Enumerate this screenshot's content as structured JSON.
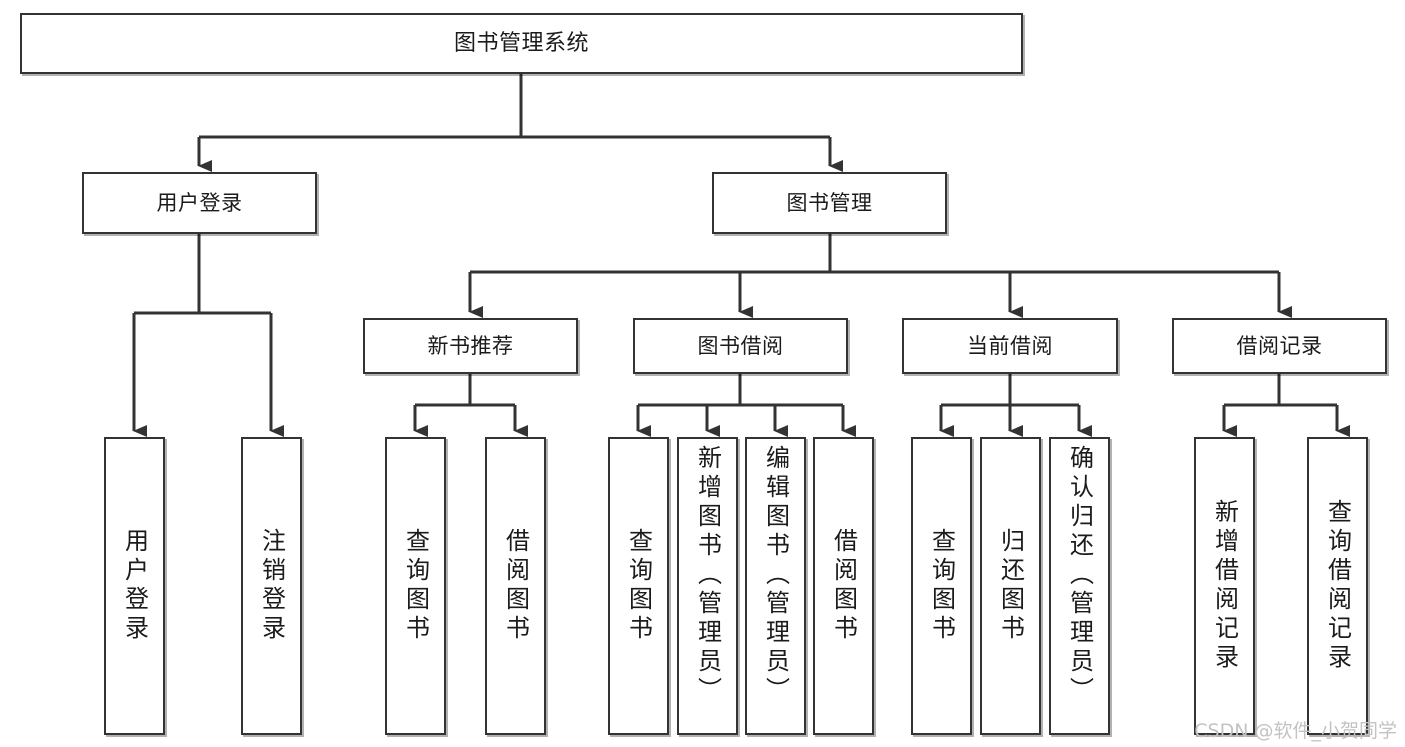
{
  "diagram": {
    "title": "图书管理系统",
    "type": "tree",
    "orientation": "top-down",
    "style": {
      "box_fill": "#ffffff",
      "box_stroke": "#333333",
      "text_color": "#1b1b1b",
      "edge_color": "#333333",
      "background": "#ffffff",
      "watermark_color": "#c3c3c3"
    }
  },
  "watermark": {
    "text": "CSDN @软件_小贺同学"
  },
  "nodes": {
    "root": {
      "label": "图书管理系统",
      "level": 1
    },
    "level2": [
      {
        "id": "user-login",
        "label": "用户登录",
        "level": 2
      },
      {
        "id": "book-manage",
        "label": "图书管理",
        "level": 2
      }
    ],
    "level3": [
      {
        "id": "new-book-recommend",
        "label": "新书推荐",
        "level": 3
      },
      {
        "id": "book-borrow",
        "label": "图书借阅",
        "level": 3
      },
      {
        "id": "current-borrow",
        "label": "当前借阅",
        "level": 3
      },
      {
        "id": "borrow-record",
        "label": "借阅记录",
        "level": 3
      }
    ],
    "leaves": [
      {
        "id": "leaf-user-login",
        "label": "用户登录",
        "parent": "user-login",
        "short": true
      },
      {
        "id": "leaf-user-logout",
        "label": "注销登录",
        "parent": "user-login",
        "short": true
      },
      {
        "id": "leaf-query-book-1",
        "label": "查询图书",
        "parent": "new-book-recommend",
        "short": true
      },
      {
        "id": "leaf-borrow-book-1",
        "label": "借阅图书",
        "parent": "new-book-recommend",
        "short": true
      },
      {
        "id": "leaf-query-book-2",
        "label": "查询图书",
        "parent": "book-borrow",
        "short": true
      },
      {
        "id": "leaf-add-book",
        "label": "新增图书（管理员）",
        "parent": "book-borrow",
        "short": false
      },
      {
        "id": "leaf-edit-book",
        "label": "编辑图书（管理员）",
        "parent": "book-borrow",
        "short": false
      },
      {
        "id": "leaf-borrow-book-2",
        "label": "借阅图书",
        "parent": "book-borrow",
        "short": true
      },
      {
        "id": "leaf-query-book-3",
        "label": "查询图书",
        "parent": "current-borrow",
        "short": true
      },
      {
        "id": "leaf-return-book",
        "label": "归还图书",
        "parent": "current-borrow",
        "short": true
      },
      {
        "id": "leaf-confirm-return",
        "label": "确认归还（管理员）",
        "parent": "current-borrow",
        "short": false
      },
      {
        "id": "leaf-add-record",
        "label": "新增借阅记录",
        "parent": "borrow-record",
        "short": true
      },
      {
        "id": "leaf-query-record",
        "label": "查询借阅记录",
        "parent": "borrow-record",
        "short": true
      }
    ]
  }
}
